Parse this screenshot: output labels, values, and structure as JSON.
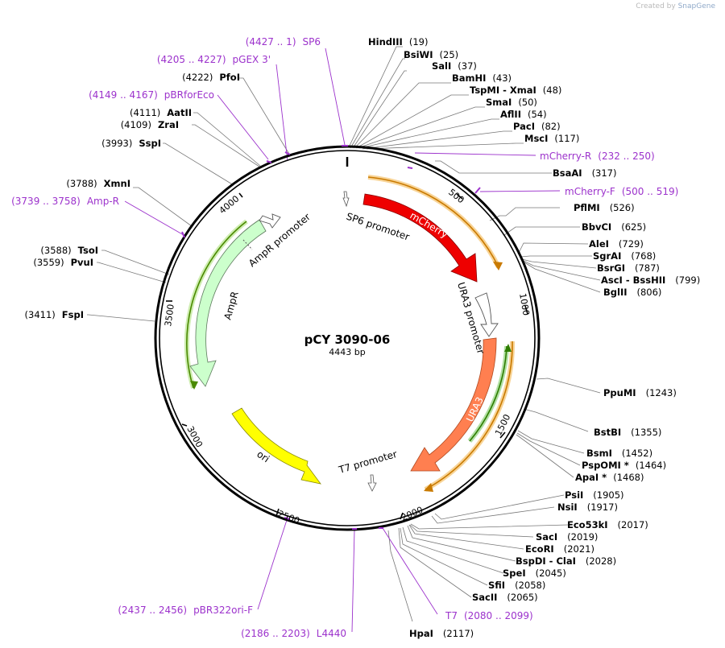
{
  "watermark": {
    "prefix": "Created by",
    "brand": "SnapGene"
  },
  "plasmid": {
    "name": "pCY 3090-06",
    "length_label": "4443 bp"
  },
  "ticks": [
    "500",
    "1000",
    "1500",
    "2000",
    "2500",
    "3000",
    "3500",
    "4000"
  ],
  "features": {
    "mcherry": "mCherry",
    "ura3": "URA3",
    "ampr": "AmpR",
    "ori": "ori",
    "sp6_promoter": "SP6 promoter",
    "ura3_promoter": "URA3 promoter",
    "ampr_promoter": "AmpR promoter",
    "t7_promoter": "T7 promoter"
  },
  "sites_right": [
    {
      "name": "HindIII",
      "pos": "(19)"
    },
    {
      "name": "BsiWI",
      "pos": "(25)"
    },
    {
      "name": "SalI",
      "pos": "(37)"
    },
    {
      "name": "BamHI",
      "pos": "(43)"
    },
    {
      "name": "TspMI  -  XmaI",
      "pos": "(48)"
    },
    {
      "name": "SmaI",
      "pos": "(50)"
    },
    {
      "name": "AflII",
      "pos": "(54)"
    },
    {
      "name": "PacI",
      "pos": "(82)"
    },
    {
      "name": "MscI",
      "pos": "(117)"
    },
    {
      "name": "BsaAI",
      "pos": "(317)"
    },
    {
      "name": "PflMI",
      "pos": "(526)"
    },
    {
      "name": "BbvCI",
      "pos": "(625)"
    },
    {
      "name": "AleI",
      "pos": "(729)"
    },
    {
      "name": "SgrAI",
      "pos": "(768)"
    },
    {
      "name": "BsrGI",
      "pos": "(787)"
    },
    {
      "name": "AscI  -  BssHII",
      "pos": "(799)"
    },
    {
      "name": "BglII",
      "pos": "(806)"
    },
    {
      "name": "PpuMI",
      "pos": "(1243)"
    },
    {
      "name": "BstBI",
      "pos": "(1355)"
    },
    {
      "name": "BsmI",
      "pos": "(1452)"
    },
    {
      "name": "PspOMI *",
      "pos": "(1464)"
    },
    {
      "name": "ApaI *",
      "pos": "(1468)"
    },
    {
      "name": "PsiI",
      "pos": "(1905)"
    },
    {
      "name": "NsiI",
      "pos": "(1917)"
    },
    {
      "name": "Eco53kI",
      "pos": "(2017)"
    },
    {
      "name": "SacI",
      "pos": "(2019)"
    },
    {
      "name": "EcoRI",
      "pos": "(2021)"
    },
    {
      "name": "BspDI  -  ClaI",
      "pos": "(2028)"
    },
    {
      "name": "SpeI",
      "pos": "(2045)"
    },
    {
      "name": "SfiI",
      "pos": "(2058)"
    },
    {
      "name": "SacII",
      "pos": "(2065)"
    },
    {
      "name": "HpaI",
      "pos": "(2117)"
    }
  ],
  "sites_left": [
    {
      "name": "PfoI",
      "pos": "(4222)"
    },
    {
      "name": "AatII",
      "pos": "(4111)"
    },
    {
      "name": "ZraI",
      "pos": "(4109)"
    },
    {
      "name": "SspI",
      "pos": "(3993)"
    },
    {
      "name": "XmnI",
      "pos": "(3788)"
    },
    {
      "name": "TsoI",
      "pos": "(3588)"
    },
    {
      "name": "PvuI",
      "pos": "(3559)"
    },
    {
      "name": "FspI",
      "pos": "(3411)"
    }
  ],
  "primers": [
    {
      "name": "SP6",
      "range": "(4427 .. 1)"
    },
    {
      "name": "pGEX 3'",
      "range": "(4205 .. 4227)"
    },
    {
      "name": "pBRforEco",
      "range": "(4149 .. 4167)"
    },
    {
      "name": "Amp-R",
      "range": "(3739 .. 3758)"
    },
    {
      "name": "mCherry-R",
      "range": "(232 .. 250)"
    },
    {
      "name": "mCherry-F",
      "range": "(500 .. 519)"
    },
    {
      "name": "T7",
      "range": "(2080 .. 2099)"
    },
    {
      "name": "L4440",
      "range": "(2186 .. 2203)"
    },
    {
      "name": "pBR322ori-F",
      "range": "(2437 .. 2456)"
    }
  ],
  "colors": {
    "mcherry": "#ee0000",
    "ura3": "#ff7f50",
    "ampr": "#ccffcc",
    "ori": "#ffff00",
    "primer": "#9c32cc",
    "backbone": "#000000"
  }
}
